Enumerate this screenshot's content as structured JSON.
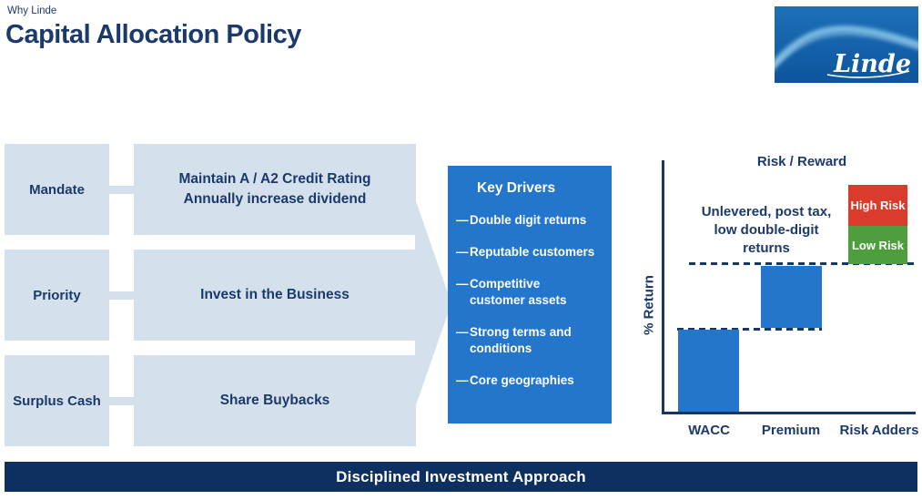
{
  "header": {
    "eyebrow": "Why Linde",
    "title": "Capital Allocation Policy"
  },
  "logo": {
    "text": "Linde"
  },
  "process": {
    "rows": [
      {
        "label": "Mandate",
        "detail_lines": [
          "Maintain A / A2 Credit Rating",
          "Annually increase dividend"
        ]
      },
      {
        "label": "Priority",
        "detail_lines": [
          "Invest in the Business"
        ]
      },
      {
        "label": "Surplus Cash",
        "detail_lines": [
          "Share Buybacks"
        ]
      }
    ]
  },
  "key_drivers": {
    "title": "Key Drivers",
    "bullet_glyph": "—",
    "items": [
      {
        "lines": [
          "Double digit returns"
        ]
      },
      {
        "lines": [
          "Reputable customers"
        ]
      },
      {
        "lines": [
          "Competitive",
          "customer assets"
        ]
      },
      {
        "lines": [
          "Strong terms and",
          "conditions"
        ]
      },
      {
        "lines": [
          "Core geographies"
        ]
      }
    ]
  },
  "chart": {
    "title": "Risk / Reward",
    "ylabel": "% Return",
    "annotation_lines": [
      "Unlevered, post tax,",
      "low double-digit",
      "returns"
    ],
    "x_labels": [
      "WACC",
      "Premium",
      "Risk Adders"
    ],
    "high_risk_label": "High Risk",
    "low_risk_label": "Low Risk"
  },
  "chart_data": {
    "type": "bar",
    "title": "Risk / Reward",
    "xlabel": "",
    "ylabel": "% Return",
    "categories": [
      "WACC",
      "Premium",
      "Risk Adders"
    ],
    "series": [
      {
        "name": "WACC",
        "range": [
          0,
          33
        ],
        "style": "blue bar from axis"
      },
      {
        "name": "Premium",
        "range": [
          33,
          59
        ],
        "style": "blue floating bar"
      },
      {
        "name": "Risk Adders - Low Risk",
        "range": [
          59,
          74
        ],
        "style": "green box"
      },
      {
        "name": "Risk Adders - High Risk",
        "range": [
          74,
          90
        ],
        "style": "red box"
      }
    ],
    "dashed_levels": [
      33,
      59
    ],
    "annotation": "Unlevered, post tax, low double-digit returns",
    "ylim": [
      0,
      100
    ],
    "axis_numeric": false,
    "grid": false,
    "note": "conceptual chart - no numeric tick labels; ranges are relative estimates of bar extents"
  },
  "footer": {
    "banner": "Disciplined Investment Approach"
  },
  "colors": {
    "navy": "#1b3a6b",
    "dark-navy": "#17375f",
    "banner-navy": "#0d3060",
    "light-blue": "#d4e1ed",
    "mid-blue": "#2376cb",
    "red": "#d93b2c",
    "green": "#4f9e3e",
    "white": "#ffffff"
  }
}
